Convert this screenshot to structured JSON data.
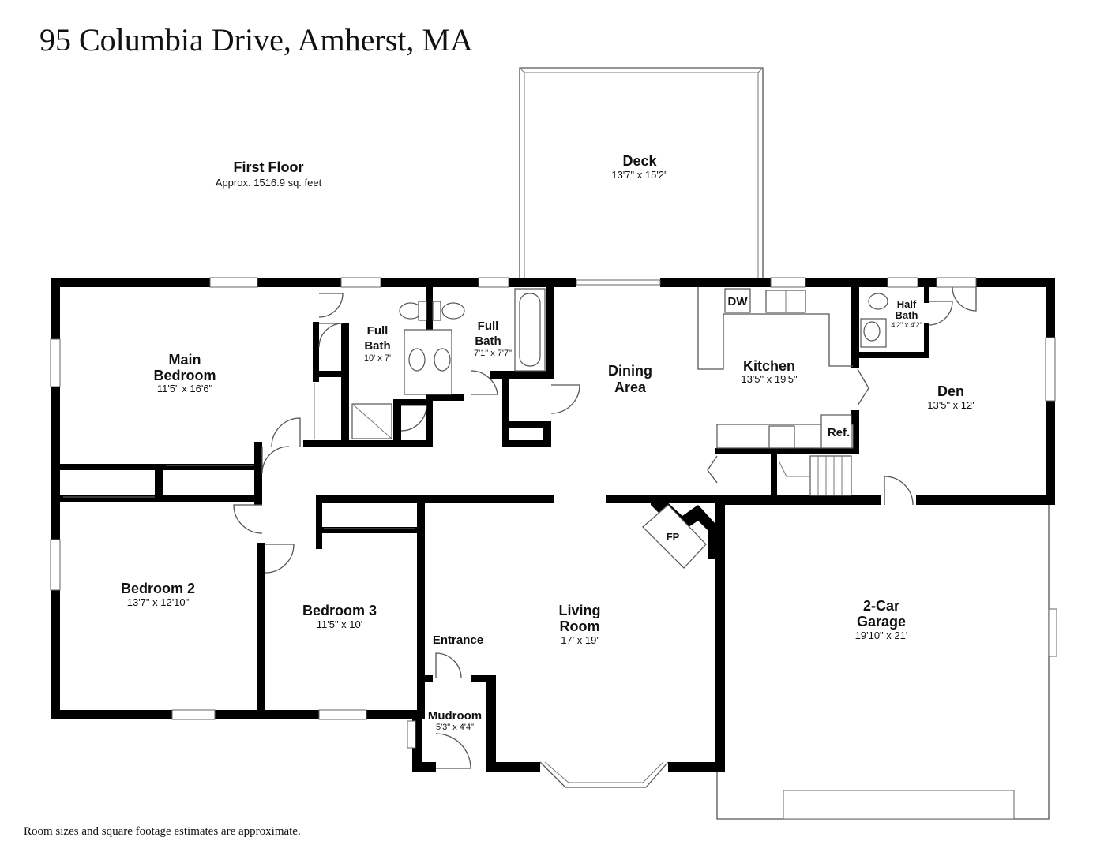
{
  "title": "95 Columbia Drive, Amherst, MA",
  "floor": {
    "name": "First Floor",
    "area": "Approx. 1516.9 sq. feet"
  },
  "footnote": "Room sizes and square footage estimates are approximate.",
  "rooms": {
    "deck": {
      "name": "Deck",
      "dims": "13'7\" x 15'2\""
    },
    "main_bedroom": {
      "name_line1": "Main",
      "name_line2": "Bedroom",
      "dims": "11'5\" x 16'6\""
    },
    "full_bath_1": {
      "name_line1": "Full",
      "name_line2": "Bath",
      "dims": "10' x 7'"
    },
    "full_bath_2": {
      "name_line1": "Full",
      "name_line2": "Bath",
      "dims": "7'1\" x 7'7\""
    },
    "dining_area": {
      "name_line1": "Dining",
      "name_line2": "Area"
    },
    "kitchen": {
      "name": "Kitchen",
      "dims": "13'5\" x 19'5\""
    },
    "half_bath": {
      "name_line1": "Half",
      "name_line2": "Bath",
      "dims": "4'2\" x 4'2\""
    },
    "den": {
      "name": "Den",
      "dims": "13'5\" x 12'"
    },
    "bedroom_2": {
      "name": "Bedroom 2",
      "dims": "13'7\" x 12'10\""
    },
    "bedroom_3": {
      "name": "Bedroom 3",
      "dims": "11'5\" x 10'"
    },
    "living_room": {
      "name_line1": "Living",
      "name_line2": "Room",
      "dims": "17' x 19'"
    },
    "entrance": {
      "name": "Entrance"
    },
    "mudroom": {
      "name": "Mudroom",
      "dims": "5'3\" x 4'4\""
    },
    "garage": {
      "name_line1": "2-Car",
      "name_line2": "Garage",
      "dims": "19'10\" x 21'"
    }
  },
  "fixtures": {
    "dishwasher": "DW",
    "refrigerator": "Ref.",
    "fireplace": "FP"
  }
}
